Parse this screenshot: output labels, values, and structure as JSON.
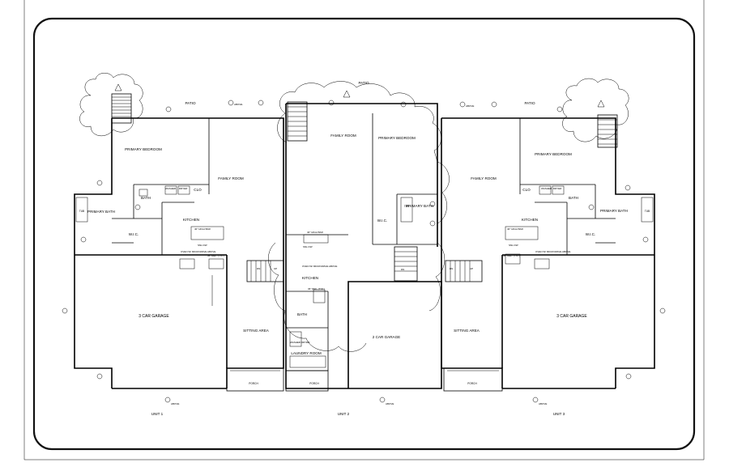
{
  "rooms": {
    "u1_primary_bedroom": "PRIMARY BEDROOM",
    "u1_family_room": "FAMILY ROOM",
    "u1_bath": "BATH",
    "u1_primary_bath": "PRIMARY BATH",
    "u1_wic": "W.I.C.",
    "u1_kitchen": "KITCHEN",
    "u1_clo": "CLO",
    "u1_garage": "3 CAR GARAGE",
    "u1_sitting": "SITTING AREA",
    "u1_porch": "PORCH",
    "u1_patio": "PATIO",
    "u1_tub": "TUB",
    "u1_label": "UNIT 1",
    "u2_family_room": "FAMILY ROOM",
    "u2_primary_bedroom": "PRIMARY BEDROOM",
    "u2_primary_bath": "PRIMARY BATH",
    "u2_wic": "W.I.C.",
    "u2_kitchen": "KITCHEN",
    "u2_bath": "BATH",
    "u2_laundry": "LAUNDRY ROOM",
    "u2_garage": "2 CAR GARAGE",
    "u2_porch": "PORCH",
    "u2_patio": "PATIO",
    "u2_tub": "TUB",
    "u2_label": "UNIT 2",
    "u3_family_room": "FAMILY ROOM",
    "u3_primary_bedroom": "PRIMARY BEDROOM",
    "u3_bath": "BATH",
    "u3_primary_bath": "PRIMARY BATH",
    "u3_wic": "W.I.C.",
    "u3_kitchen": "KITCHEN",
    "u3_clo": "CLO",
    "u3_garage": "3 CAR GARAGE",
    "u3_sitting": "SITTING AREA",
    "u3_porch": "PORCH",
    "u3_patio": "PATIO",
    "u3_tub": "TUB",
    "u3_label": "UNIT 3"
  },
  "notes": {
    "washer": "WASHER",
    "dryer": "DRYER",
    "bar": "40\" HIGH BAR",
    "sink_dw": "SNL  DW",
    "oven": "OVEN W/ MICROWAVE ABOVE",
    "ref": "36\" REF. (TYP.)",
    "dn": "DN",
    "up": "UP",
    "above": "ABOVE"
  },
  "colors": {
    "line": "#000000",
    "frame": "#111111",
    "paper": "#ffffff"
  }
}
